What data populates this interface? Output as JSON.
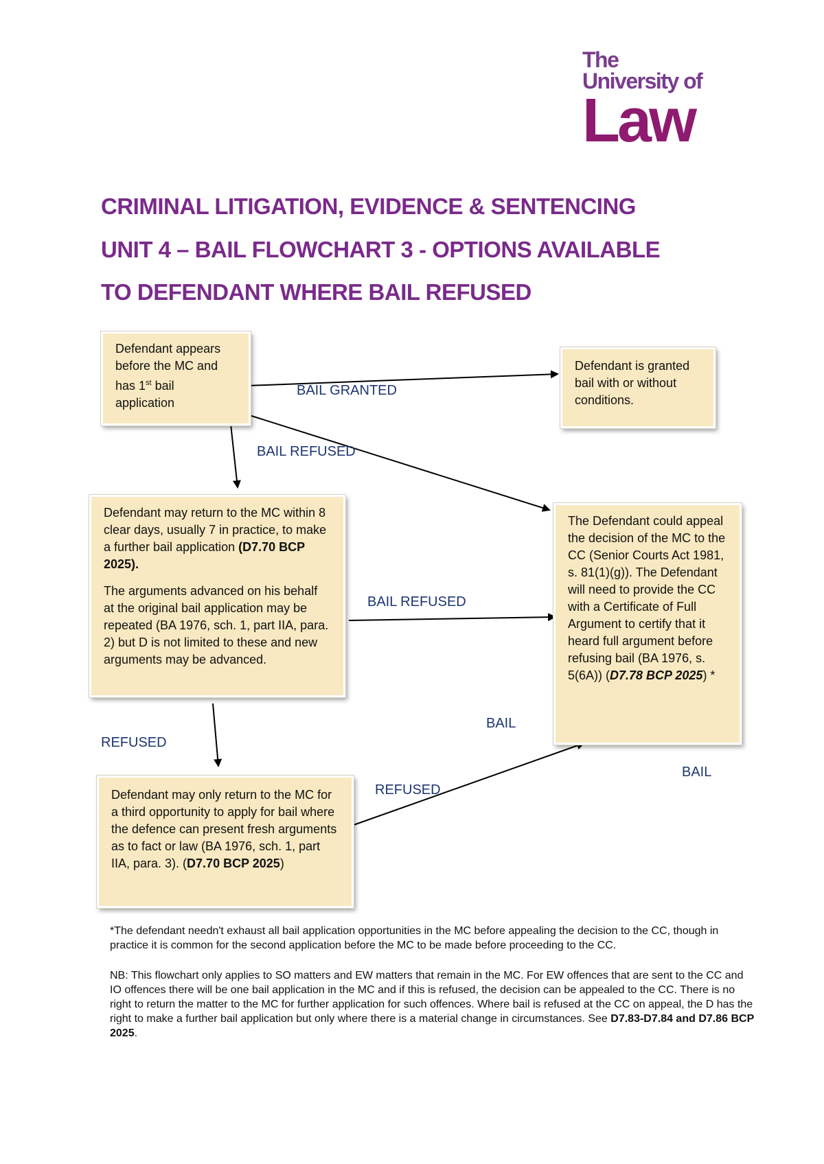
{
  "logo": {
    "line1": "The",
    "line2": "University of",
    "line3": "Law"
  },
  "heading": {
    "line1": "CRIMINAL LITIGATION, EVIDENCE & SENTENCING",
    "line2": "UNIT 4 – BAIL FLOWCHART 3 - OPTIONS AVAILABLE",
    "line3": "TO DEFENDANT WHERE BAIL REFUSED"
  },
  "boxes": {
    "first_application": {
      "pre": "Defendant appears before the MC and has 1",
      "sup": "st",
      "post": " bail application"
    },
    "granted": {
      "text": "Defendant is granted bail with or without conditions."
    },
    "second_application": {
      "p1_text": "Defendant may return to the MC within 8 clear days, usually 7 in practice, to make a further bail application ",
      "p1_cite": "(D7.70 BCP 2025).",
      "p2_text": "The arguments advanced on his behalf at the original bail application may be repeated (BA 1976, sch. 1, part IIA, para. 2) but D is not limited to these and new arguments may be advanced."
    },
    "appeal": {
      "text": "The Defendant could appeal the decision of the MC to the CC (Senior Courts Act 1981, s. 81(1)(g)). The Defendant will need to provide the CC with a Certificate of Full Argument to certify that it heard full argument before refusing bail (BA 1976, s. 5(6A)) (",
      "cite": "D7.78 BCP 2025",
      "end": ") *"
    },
    "third_application": {
      "text": "Defendant may only return to the MC for a third opportunity to apply for bail where the defence can present fresh arguments as to fact or law (BA 1976, sch. 1, part IIA, para. 3). (",
      "cite": "D7.70 BCP 2025",
      "end": ")"
    }
  },
  "labels": {
    "bail_granted": "BAIL GRANTED",
    "bail_refused_1": "BAIL REFUSED",
    "bail_refused_2": "BAIL REFUSED",
    "refused_left": "REFUSED",
    "refused_bottom": "REFUSED",
    "bail_middle": "BAIL",
    "bail_right": "BAIL"
  },
  "notes": {
    "footnote": "*The defendant needn't exhaust all bail application opportunities in the MC before appealing the decision to the CC, though in practice it is common for the second application before the MC to be made before proceeding to the CC.",
    "nb_text": "NB: This flowchart only applies to SO matters and EW matters that remain in the MC. For EW offences that are sent to the CC and IO offences there will be one bail application in the MC and if this is refused, the decision can be appealed to the CC. There is no right to return the matter to the MC for further application for such offences. Where bail is refused at the CC on appeal, the D has the right to make a further bail application but only where there is a material change in circumstances. See ",
    "nb_cite": "D7.83-D7.84 and D7.86 BCP 2025",
    "nb_end": "."
  },
  "colors": {
    "heading": "#7a2a8a",
    "logo_law": "#8e1b6f",
    "box_fill": "#f8e9c2",
    "label": "#1d3570"
  }
}
